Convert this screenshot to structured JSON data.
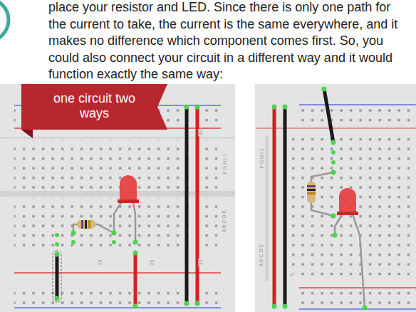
{
  "diagram": {
    "nodes": [
      {
        "text": [
          "one circuit two ways"
        ]
      }
    ],
    "labels": [
      "place your resistor and LED. Since there is only one path for the current to take, the current is the same everywhere, and it makes no difference which component comes first. So, you could also connect your circuit in a different way and it would function exactly the same way:",
      "30",
      "20",
      "25",
      "30",
      "F G H I J",
      "A B C D E",
      "F G H I J",
      "A B C D E",
      "5"
    ]
  }
}
